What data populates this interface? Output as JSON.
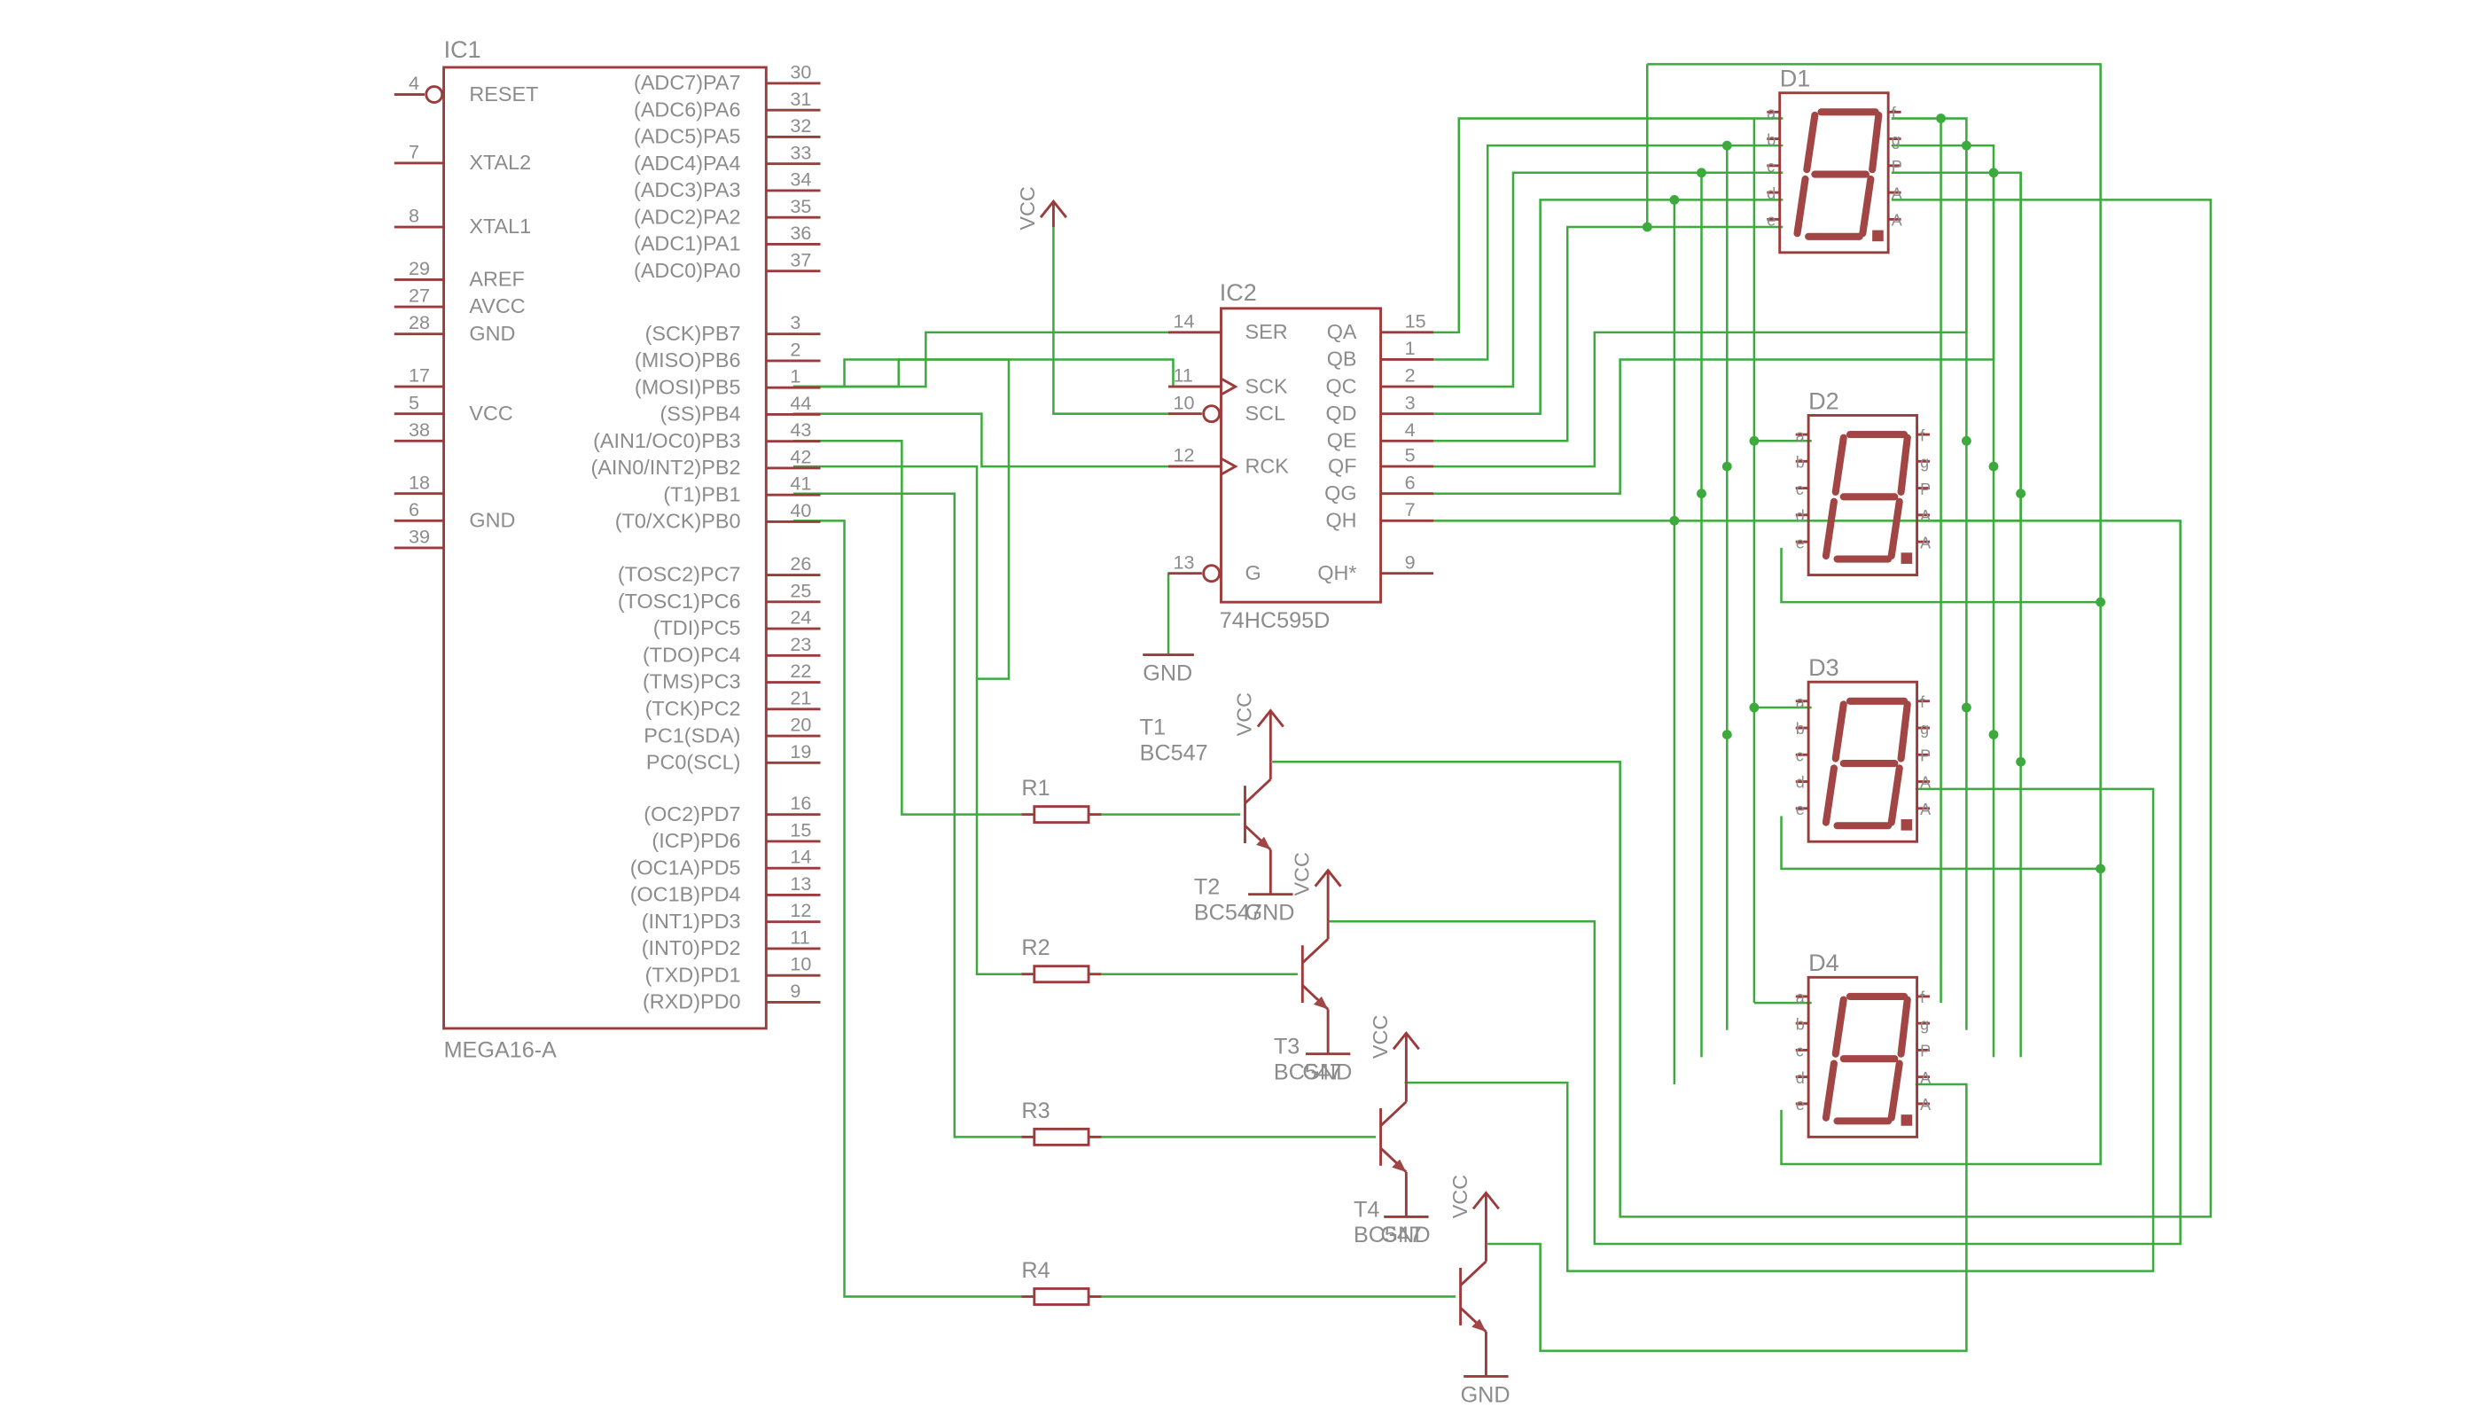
{
  "ic1": {
    "name": "IC1",
    "part": "MEGA16-A",
    "left_pins": [
      {
        "num": "4",
        "name": "RESET"
      },
      {
        "num": "7",
        "name": "XTAL2"
      },
      {
        "num": "8",
        "name": "XTAL1"
      },
      {
        "num": "29",
        "name": "AREF"
      },
      {
        "num": "27",
        "name": "AVCC"
      },
      {
        "num": "28",
        "name": "GND"
      },
      {
        "num": "17",
        "name": ""
      },
      {
        "num": "5",
        "name": "VCC"
      },
      {
        "num": "38",
        "name": ""
      },
      {
        "num": "18",
        "name": ""
      },
      {
        "num": "6",
        "name": "GND"
      },
      {
        "num": "39",
        "name": ""
      }
    ],
    "right_pins": [
      {
        "num": "30",
        "name": "(ADC7)PA7"
      },
      {
        "num": "31",
        "name": "(ADC6)PA6"
      },
      {
        "num": "32",
        "name": "(ADC5)PA5"
      },
      {
        "num": "33",
        "name": "(ADC4)PA4"
      },
      {
        "num": "34",
        "name": "(ADC3)PA3"
      },
      {
        "num": "35",
        "name": "(ADC2)PA2"
      },
      {
        "num": "36",
        "name": "(ADC1)PA1"
      },
      {
        "num": "37",
        "name": "(ADC0)PA0"
      },
      {
        "num": "3",
        "name": "(SCK)PB7"
      },
      {
        "num": "2",
        "name": "(MISO)PB6"
      },
      {
        "num": "1",
        "name": "(MOSI)PB5"
      },
      {
        "num": "44",
        "name": "(SS)PB4"
      },
      {
        "num": "43",
        "name": "(AIN1/OC0)PB3"
      },
      {
        "num": "42",
        "name": "(AIN0/INT2)PB2"
      },
      {
        "num": "41",
        "name": "(T1)PB1"
      },
      {
        "num": "40",
        "name": "(T0/XCK)PB0"
      },
      {
        "num": "26",
        "name": "(TOSC2)PC7"
      },
      {
        "num": "25",
        "name": "(TOSC1)PC6"
      },
      {
        "num": "24",
        "name": "(TDI)PC5"
      },
      {
        "num": "23",
        "name": "(TDO)PC4"
      },
      {
        "num": "22",
        "name": "(TMS)PC3"
      },
      {
        "num": "21",
        "name": "(TCK)PC2"
      },
      {
        "num": "20",
        "name": "PC1(SDA)"
      },
      {
        "num": "19",
        "name": "PC0(SCL)"
      },
      {
        "num": "16",
        "name": "(OC2)PD7"
      },
      {
        "num": "15",
        "name": "(ICP)PD6"
      },
      {
        "num": "14",
        "name": "(OC1A)PD5"
      },
      {
        "num": "13",
        "name": "(OC1B)PD4"
      },
      {
        "num": "12",
        "name": "(INT1)PD3"
      },
      {
        "num": "11",
        "name": "(INT0)PD2"
      },
      {
        "num": "10",
        "name": "(TXD)PD1"
      },
      {
        "num": "9",
        "name": "(RXD)PD0"
      }
    ]
  },
  "ic2": {
    "name": "IC2",
    "part": "74HC595D",
    "left_pins": [
      {
        "num": "14",
        "name": "SER"
      },
      {
        "num": "11",
        "name": "SCK"
      },
      {
        "num": "10",
        "name": "SCL"
      },
      {
        "num": "12",
        "name": "RCK"
      },
      {
        "num": "13",
        "name": "G"
      }
    ],
    "right_pins": [
      {
        "num": "15",
        "name": "QA"
      },
      {
        "num": "1",
        "name": "QB"
      },
      {
        "num": "2",
        "name": "QC"
      },
      {
        "num": "3",
        "name": "QD"
      },
      {
        "num": "4",
        "name": "QE"
      },
      {
        "num": "5",
        "name": "QF"
      },
      {
        "num": "6",
        "name": "QG"
      },
      {
        "num": "7",
        "name": "QH"
      },
      {
        "num": "9",
        "name": "QH*"
      }
    ]
  },
  "supplies": {
    "vcc": "VCC",
    "gnd": "GND"
  },
  "resistors": [
    {
      "name": "R1"
    },
    {
      "name": "R2"
    },
    {
      "name": "R3"
    },
    {
      "name": "R4"
    }
  ],
  "transistors": [
    {
      "name": "T1",
      "part": "BC547"
    },
    {
      "name": "T2",
      "part": "BC547"
    },
    {
      "name": "T3",
      "part": "BC547"
    },
    {
      "name": "T4",
      "part": "BC547"
    }
  ],
  "displays": [
    {
      "name": "D1"
    },
    {
      "name": "D2"
    },
    {
      "name": "D3"
    },
    {
      "name": "D4"
    }
  ],
  "display_pins": {
    "left": [
      "a",
      "b",
      "c",
      "d",
      "e"
    ],
    "right": [
      "f",
      "g",
      "P",
      "A",
      "A"
    ]
  },
  "colors": {
    "symbol": "#9c3b3b",
    "wire": "#3caa3c",
    "text": "#8c8c8c"
  }
}
